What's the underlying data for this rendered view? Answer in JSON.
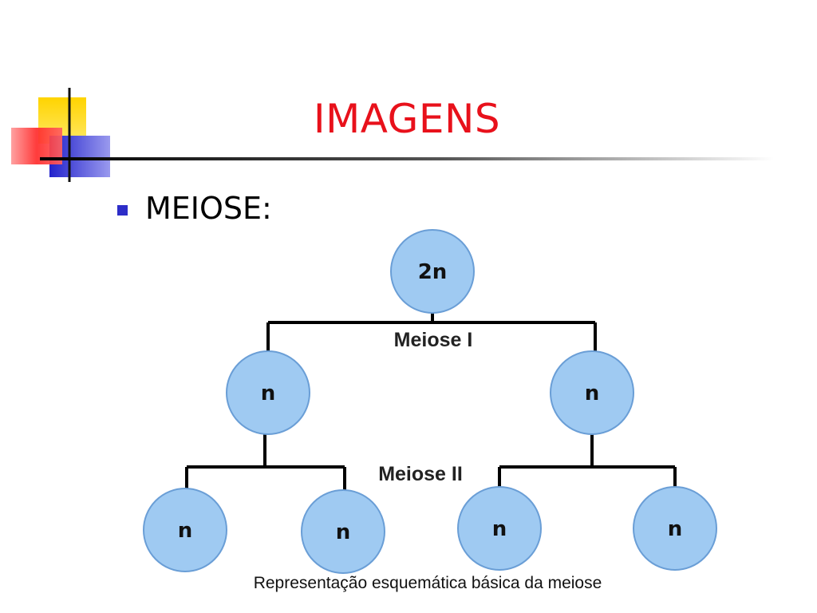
{
  "slide": {
    "title": "IMAGENS",
    "bullet": "MEIOSE:"
  },
  "diagram": {
    "root": {
      "label": "2n"
    },
    "stage1": {
      "label": "Meiose I"
    },
    "level1": [
      {
        "label": "n"
      },
      {
        "label": "n"
      }
    ],
    "stage2": {
      "label": "Meiose II"
    },
    "level2": [
      {
        "label": "n"
      },
      {
        "label": "n"
      },
      {
        "label": "n"
      },
      {
        "label": "n"
      }
    ],
    "caption": "Representação esquemática básica da meiose"
  },
  "colors": {
    "title": "#e8111b",
    "node_fill": "#9fcaf2",
    "node_stroke": "#6a9ed6",
    "bullet": "#2d2dc8"
  }
}
